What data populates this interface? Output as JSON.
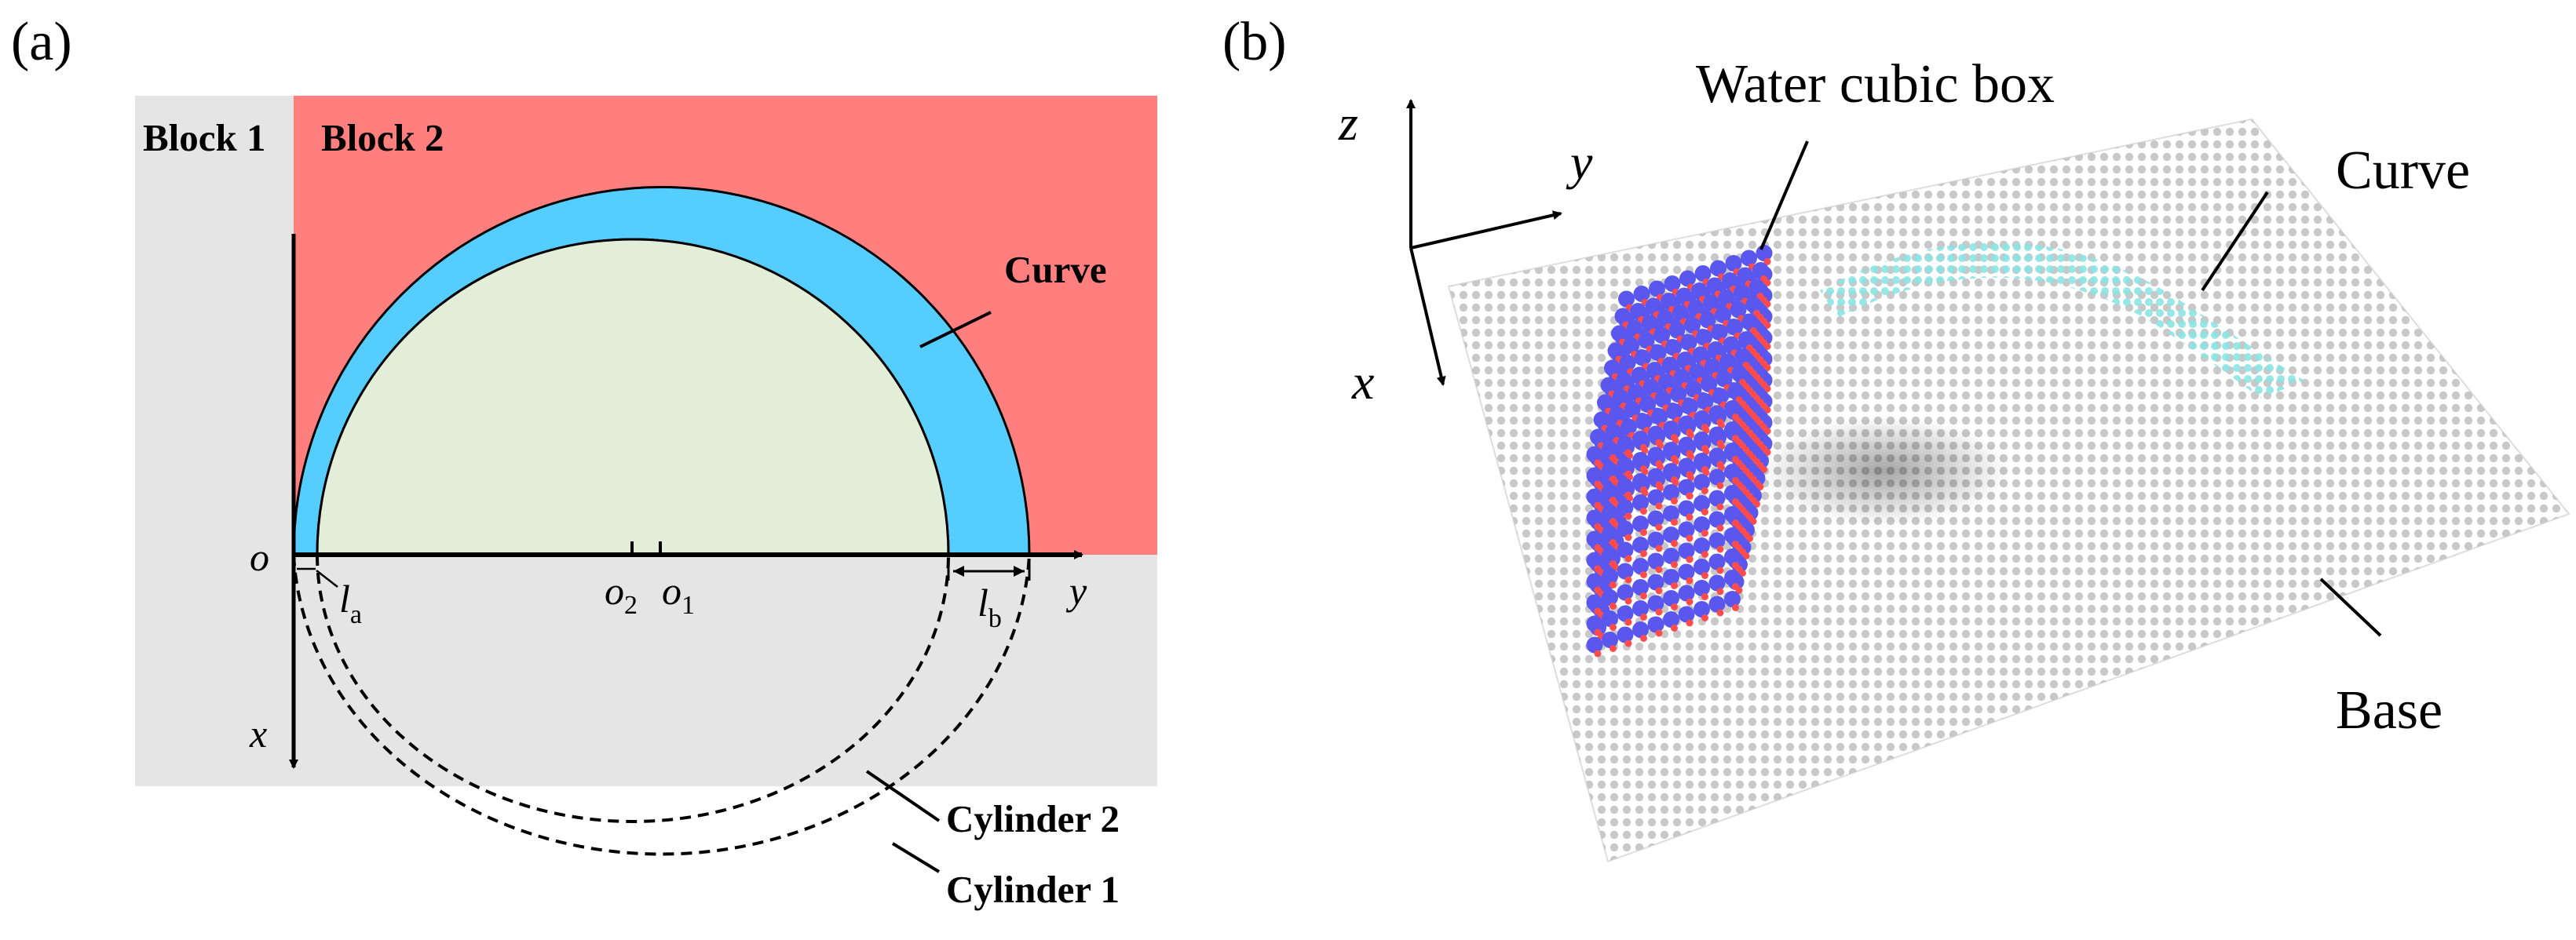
{
  "panel_a": {
    "tag": "(a)",
    "block1_label": "Block 1",
    "block2_label": "Block 2",
    "curve_label": "Curve",
    "cylinder2_label": "Cylinder 2",
    "cylinder1_label": "Cylinder 1",
    "origin_label": "o",
    "x_axis_label": "x",
    "y_axis_label": "y",
    "o2_base": "o",
    "o2_sub": "2",
    "o1_base": "o",
    "o1_sub": "1",
    "la_base": "l",
    "la_sub": "a",
    "lb_base": "l",
    "lb_sub": "b",
    "colors": {
      "block1": "#e5e5e5",
      "block2": "#ff7f7f",
      "curve": "#55ceff",
      "inner": "#e2eed8"
    }
  },
  "panel_b": {
    "tag": "(b)",
    "water_box_label": "Water cubic box",
    "curve_label": "Curve",
    "base_label": "Base",
    "axis_z": "z",
    "axis_y": "y",
    "axis_x": "x",
    "colors": {
      "oxygen": "#5a57ee",
      "hydrogen": "#ff4b4b",
      "base_atoms": "#9a9a9a",
      "curve_atoms": "#8ce4e4"
    }
  }
}
